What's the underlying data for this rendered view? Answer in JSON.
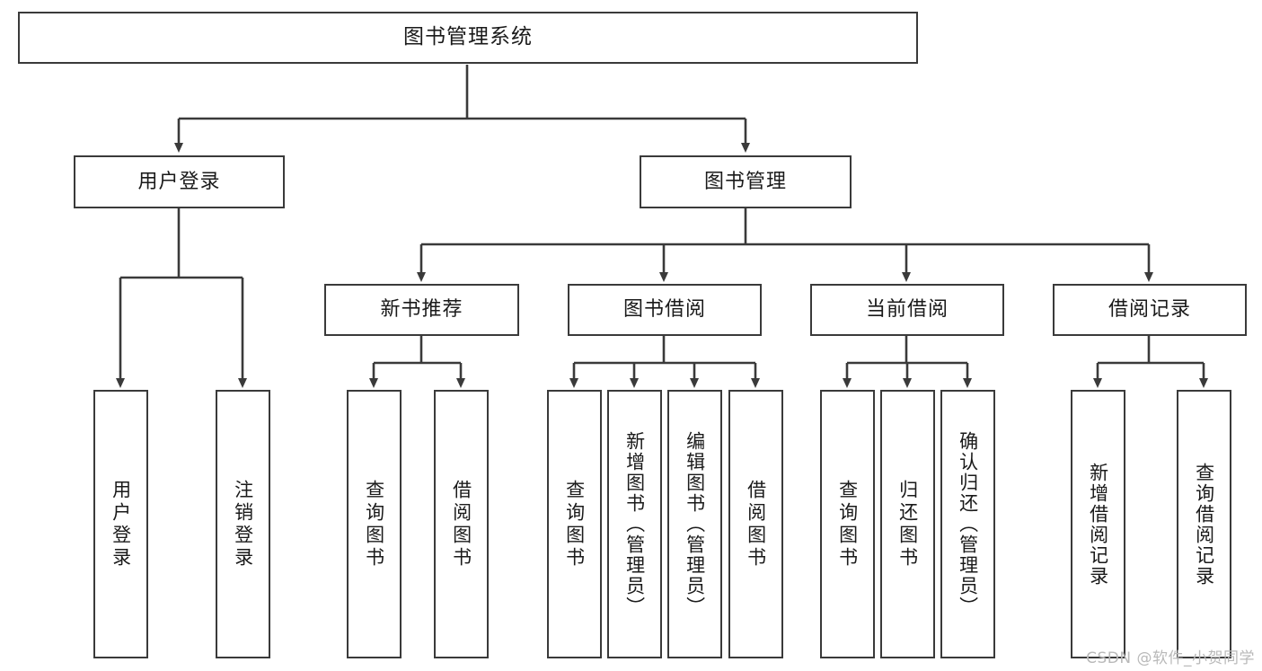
{
  "diagram": {
    "type": "tree",
    "title": "图书管理系统",
    "orientation": "top-down",
    "colors": {
      "background": "#ffffff",
      "node_border": "#3a3a3a",
      "node_fill": "#ffffff",
      "edge": "#3a3a3a",
      "text": "#1a1a1a",
      "watermark": "#b9b9b9"
    }
  },
  "root": {
    "label": "图书管理系统"
  },
  "branches": [
    {
      "label": "用户登录"
    },
    {
      "label": "图书管理"
    }
  ],
  "sub_branches": [
    {
      "label": "新书推荐"
    },
    {
      "label": "图书借阅"
    },
    {
      "label": "当前借阅"
    },
    {
      "label": "借阅记录"
    }
  ],
  "leaves": {
    "user_login": [
      {
        "label": "用户登录"
      },
      {
        "label": "注销登录"
      }
    ],
    "new_book_recommend": [
      {
        "label": "查询图书"
      },
      {
        "label": "借阅图书"
      }
    ],
    "book_borrow": [
      {
        "label": "查询图书"
      },
      {
        "label": "新增图书（管理员）"
      },
      {
        "label": "编辑图书（管理员）"
      },
      {
        "label": "借阅图书"
      }
    ],
    "current_borrow": [
      {
        "label": "查询图书"
      },
      {
        "label": "归还图书"
      },
      {
        "label": "确认归还（管理员）"
      }
    ],
    "borrow_record": [
      {
        "label": "新增借阅记录"
      },
      {
        "label": "查询借阅记录"
      }
    ]
  },
  "watermark": {
    "text": "CSDN @软件_小贺同学"
  }
}
